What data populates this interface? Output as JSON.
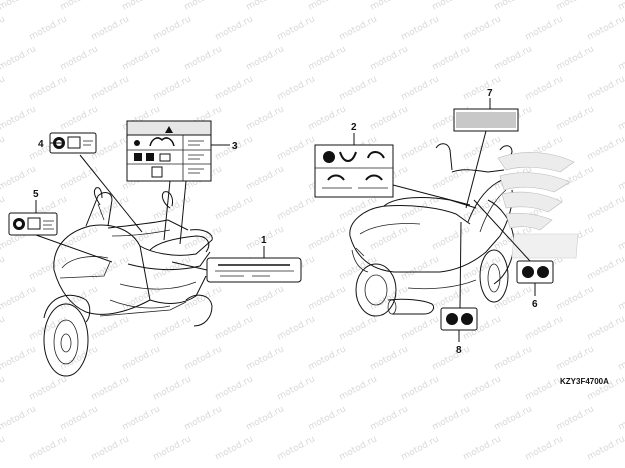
{
  "watermark": {
    "text": "motod.ru"
  },
  "diagram_code": "KZY3F4700A",
  "callouts": [
    {
      "id": "callout-1",
      "number": "1"
    },
    {
      "id": "callout-2",
      "number": "2"
    },
    {
      "id": "callout-3",
      "number": "3"
    },
    {
      "id": "callout-4",
      "number": "4"
    },
    {
      "id": "callout-5",
      "number": "5"
    },
    {
      "id": "callout-6",
      "number": "6"
    },
    {
      "id": "callout-7",
      "number": "7"
    },
    {
      "id": "callout-8",
      "number": "8"
    }
  ],
  "colors": {
    "line": "#111111",
    "watermark": "#d8d8d8",
    "background": "#ffffff"
  }
}
